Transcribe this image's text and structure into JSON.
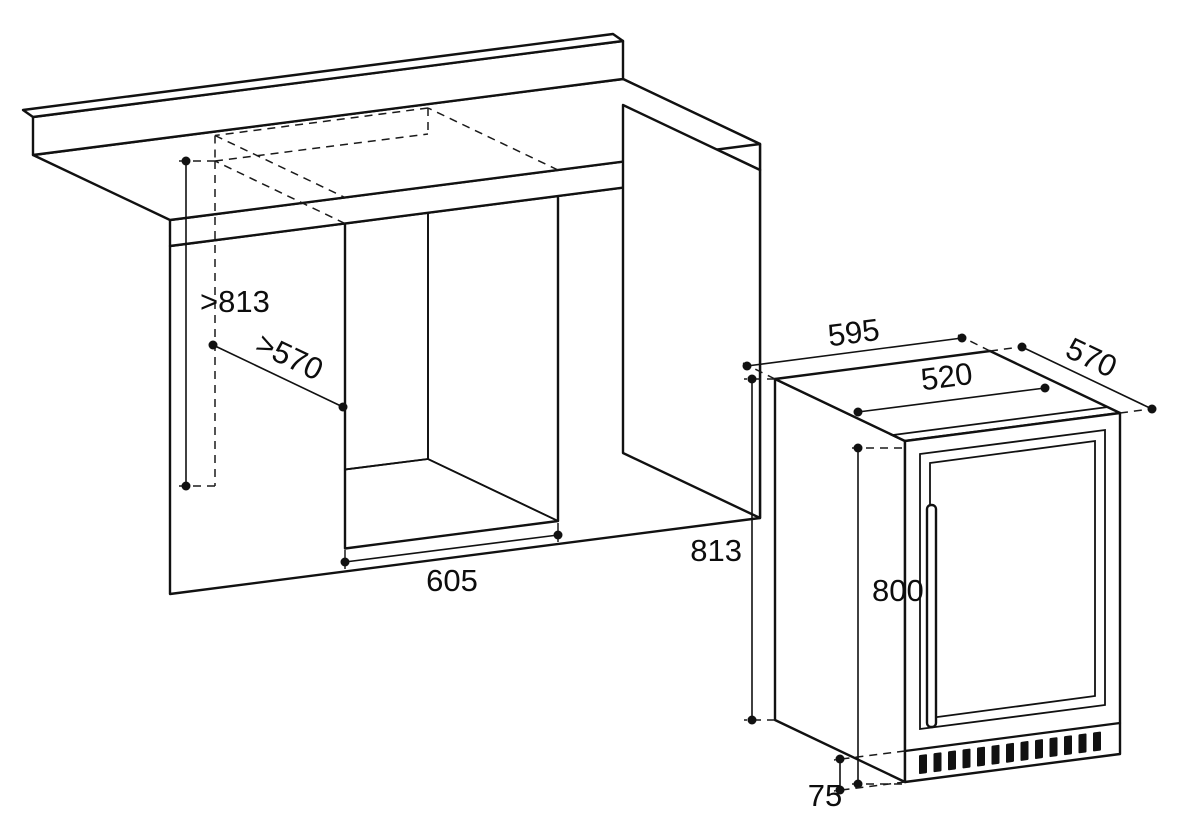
{
  "niche_drawing": {
    "height_label": ">813",
    "depth_label": ">570",
    "width_label": "605"
  },
  "appliance_drawing": {
    "width_label": "595",
    "depth_label": "570",
    "top_inner_label": "520",
    "height_label": "813",
    "front_height_label": "800",
    "plinth_label": "75"
  },
  "colors": {
    "line": "#111111",
    "niche_side_wall": "#d2d2d2",
    "niche_back_wall": "#ececec",
    "niche_floor": "#e0e0e0",
    "glass": "#eef0f1",
    "vent_slot": "#111111",
    "background": "#ffffff"
  }
}
